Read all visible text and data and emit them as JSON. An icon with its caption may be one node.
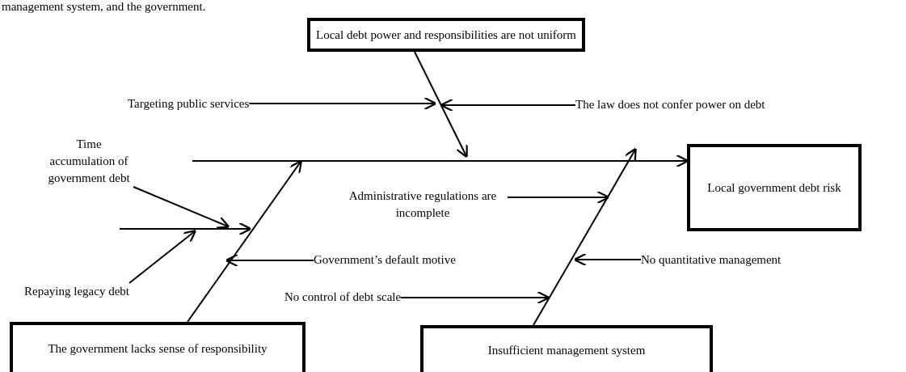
{
  "diagram": {
    "nodes": [
      {
        "text": [
          "Local debt power and responsibilities are not uniform"
        ]
      },
      {
        "text": [
          "Targeting public services"
        ]
      },
      {
        "text": [
          "The law does not confer power on debt"
        ]
      },
      {
        "text": [
          "Time accumulation of government debt"
        ]
      },
      {
        "text": [
          "Administrative regulations are incomplete"
        ]
      },
      {
        "text": [
          "Government’s default motive"
        ]
      },
      {
        "text": [
          "Repaying legacy debt"
        ]
      },
      {
        "text": [
          "No control of debt scale"
        ]
      },
      {
        "text": [
          "No quantitative management"
        ]
      },
      {
        "text": [
          "The government lacks sense of responsibility"
        ]
      },
      {
        "text": [
          "Insufficient management system"
        ]
      },
      {
        "text": [
          "Local government debt risk"
        ]
      }
    ],
    "edges": [
      {
        "from": null,
        "to": 11,
        "arrow": "to"
      },
      {
        "from": 0,
        "to": null,
        "arrow": "to"
      },
      {
        "from": 9,
        "to": null,
        "arrow": "to"
      },
      {
        "from": 10,
        "to": null,
        "arrow": "to"
      },
      {
        "from": 1,
        "to": null,
        "arrow": "to"
      },
      {
        "from": 2,
        "to": null,
        "arrow": "to"
      },
      {
        "from": 3,
        "to": null,
        "arrow": "to"
      },
      {
        "from": 6,
        "to": null,
        "arrow": "to"
      },
      {
        "from": 4,
        "to": null,
        "arrow": "to"
      },
      {
        "from": 5,
        "to": null,
        "arrow": "to"
      },
      {
        "from": 7,
        "to": null,
        "arrow": "to"
      },
      {
        "from": 8,
        "to": null,
        "arrow": "to"
      }
    ],
    "labels": [
      "management system, and the government."
    ]
  }
}
